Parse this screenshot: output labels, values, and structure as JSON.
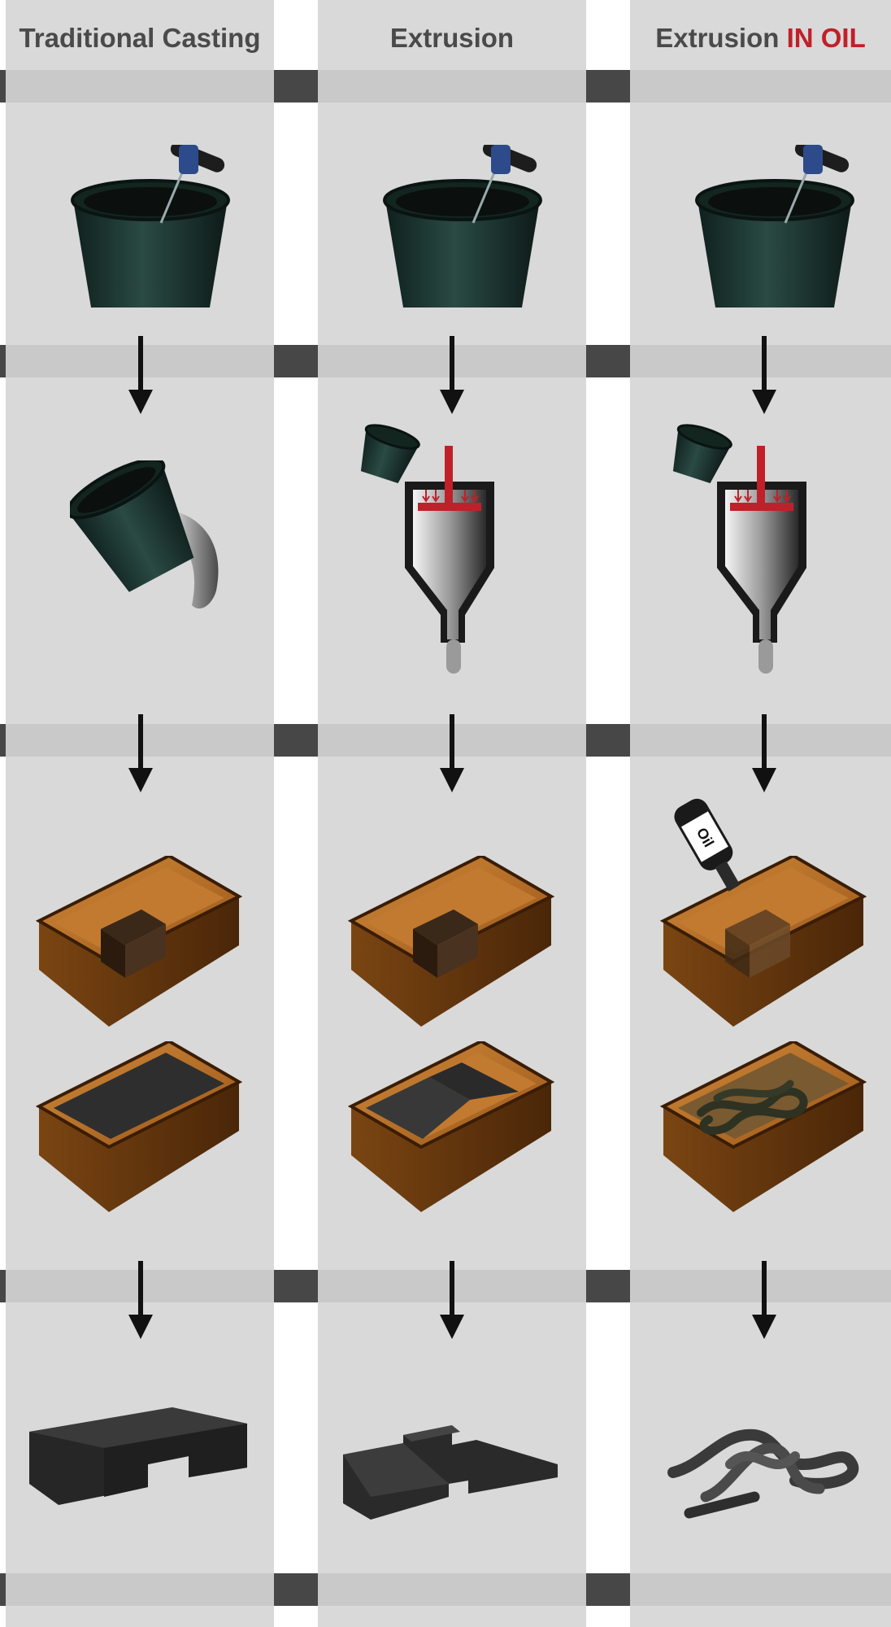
{
  "columns": [
    {
      "title": "Traditional Casting"
    },
    {
      "title": "Extrusion"
    },
    {
      "title_main": "Extrusion",
      "title_accent": "IN OIL"
    }
  ],
  "bottle_label": "Oil",
  "colors": {
    "panel": "#d9d9d9",
    "band": "#c9c9c9",
    "connector": "#474747",
    "accent": "#c0202a",
    "title_text": "#4a4a4a",
    "wood": "#b06a22",
    "bucket": "#1e3a34",
    "cast_block": "#2e2e2e"
  },
  "icons": [
    "bucket-mixer-icon",
    "pour-icon",
    "extruder-icon",
    "mold-box-icon",
    "oil-bottle-icon",
    "cast-part-icon",
    "down-arrow-icon"
  ]
}
